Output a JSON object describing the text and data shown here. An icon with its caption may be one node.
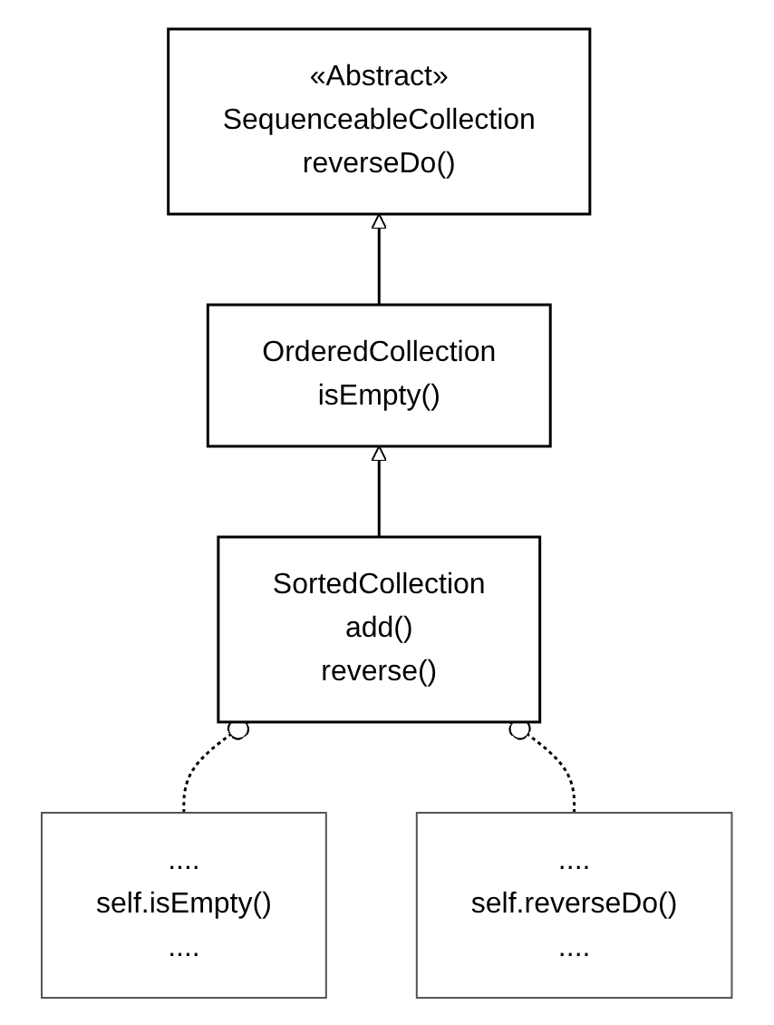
{
  "diagram": {
    "nodes": [
      {
        "text": [
          "«Abstract»",
          "SequenceableCollection",
          "reverseDo()"
        ]
      },
      {
        "text": [
          "OrderedCollection",
          "isEmpty()"
        ]
      },
      {
        "text": [
          "SortedCollection",
          "add()",
          "reverse()"
        ]
      },
      {
        "text": [
          "....",
          "self.isEmpty()",
          "...."
        ]
      },
      {
        "text": [
          "....",
          "self.reverseDo()",
          "...."
        ]
      }
    ],
    "edges": [
      {
        "from": 1,
        "to": 0,
        "arrow": "to"
      },
      {
        "from": 2,
        "to": 1,
        "arrow": "to"
      },
      {
        "from": 3,
        "to": 2,
        "arrow": "other",
        "style": "dashed"
      },
      {
        "from": 4,
        "to": 2,
        "arrow": "other",
        "style": "dashed"
      }
    ]
  }
}
